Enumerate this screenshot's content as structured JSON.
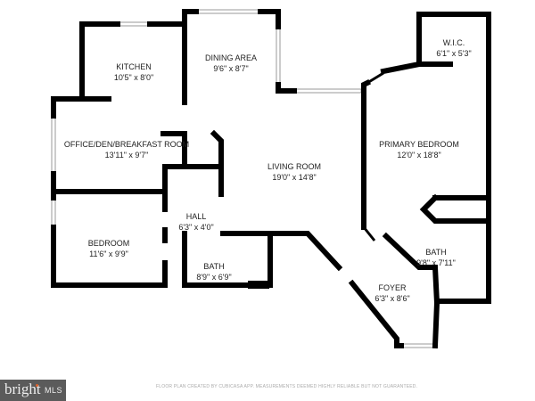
{
  "rooms": [
    {
      "name": "KITCHEN",
      "size": "10'5\" x 8'0\""
    },
    {
      "name": "DINING AREA",
      "size": "9'6\" x 8'7\""
    },
    {
      "name": "OFFICE/DEN/BREAKFAST ROOM",
      "size": "13'11\" x 9'7\""
    },
    {
      "name": "LIVING ROOM",
      "size": "19'0\" x 14'8\""
    },
    {
      "name": "HALL",
      "size": "6'3\" x 4'0\""
    },
    {
      "name": "BEDROOM",
      "size": "11'6\" x 9'9\""
    },
    {
      "name": "BATH",
      "size": "8'9\" x 6'9\""
    },
    {
      "name": "FOYER",
      "size": "6'3\" x 8'6\""
    },
    {
      "name": "W.I.C.",
      "size": "6'1\" x 5'3\""
    },
    {
      "name": "PRIMARY BEDROOM",
      "size": "12'0\" x 18'8\""
    },
    {
      "name": "BATH",
      "size": "9'8\" x 7'11\""
    }
  ],
  "logo": {
    "text": "bright",
    "suffix": "MLS",
    "accent": "#e0622d"
  },
  "footer": "FLOOR PLAN CREATED BY CUBICASA APP. MEASUREMENTS DEEMED HIGHLY RELIABLE BUT NOT GUARANTEED."
}
